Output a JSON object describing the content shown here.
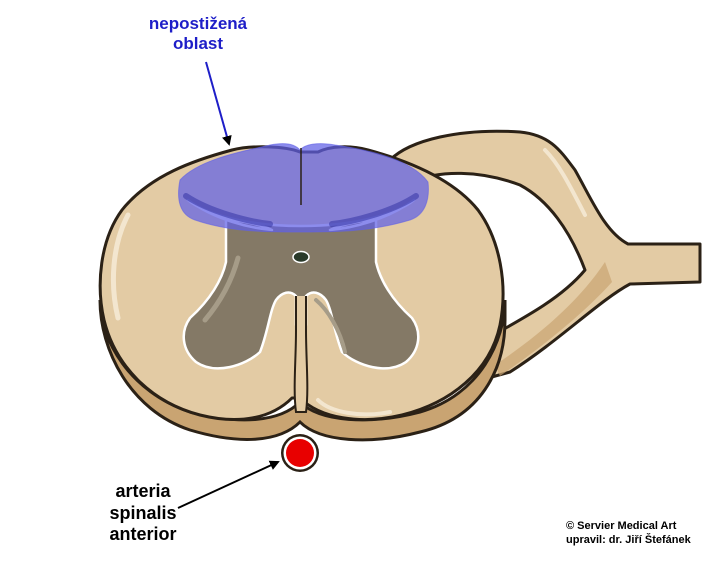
{
  "labels": {
    "unaffected_area_line1": "nepostižená",
    "unaffected_area_line2": "oblast",
    "artery_line1": "arteria",
    "artery_line2": "spinalis",
    "artery_line3": "anterior"
  },
  "credits": {
    "line1": "© Servier Medical Art",
    "line2": "upravil: dr. Jiří Štefánek"
  },
  "colors": {
    "white_matter": "#e3cba4",
    "white_matter_shadow": "#c9a472",
    "outline": "#2b2116",
    "gray_matter": "#847966",
    "highlight_region": "#6060e6",
    "label_blue": "#1e1ec8",
    "artery": "#e80000"
  }
}
